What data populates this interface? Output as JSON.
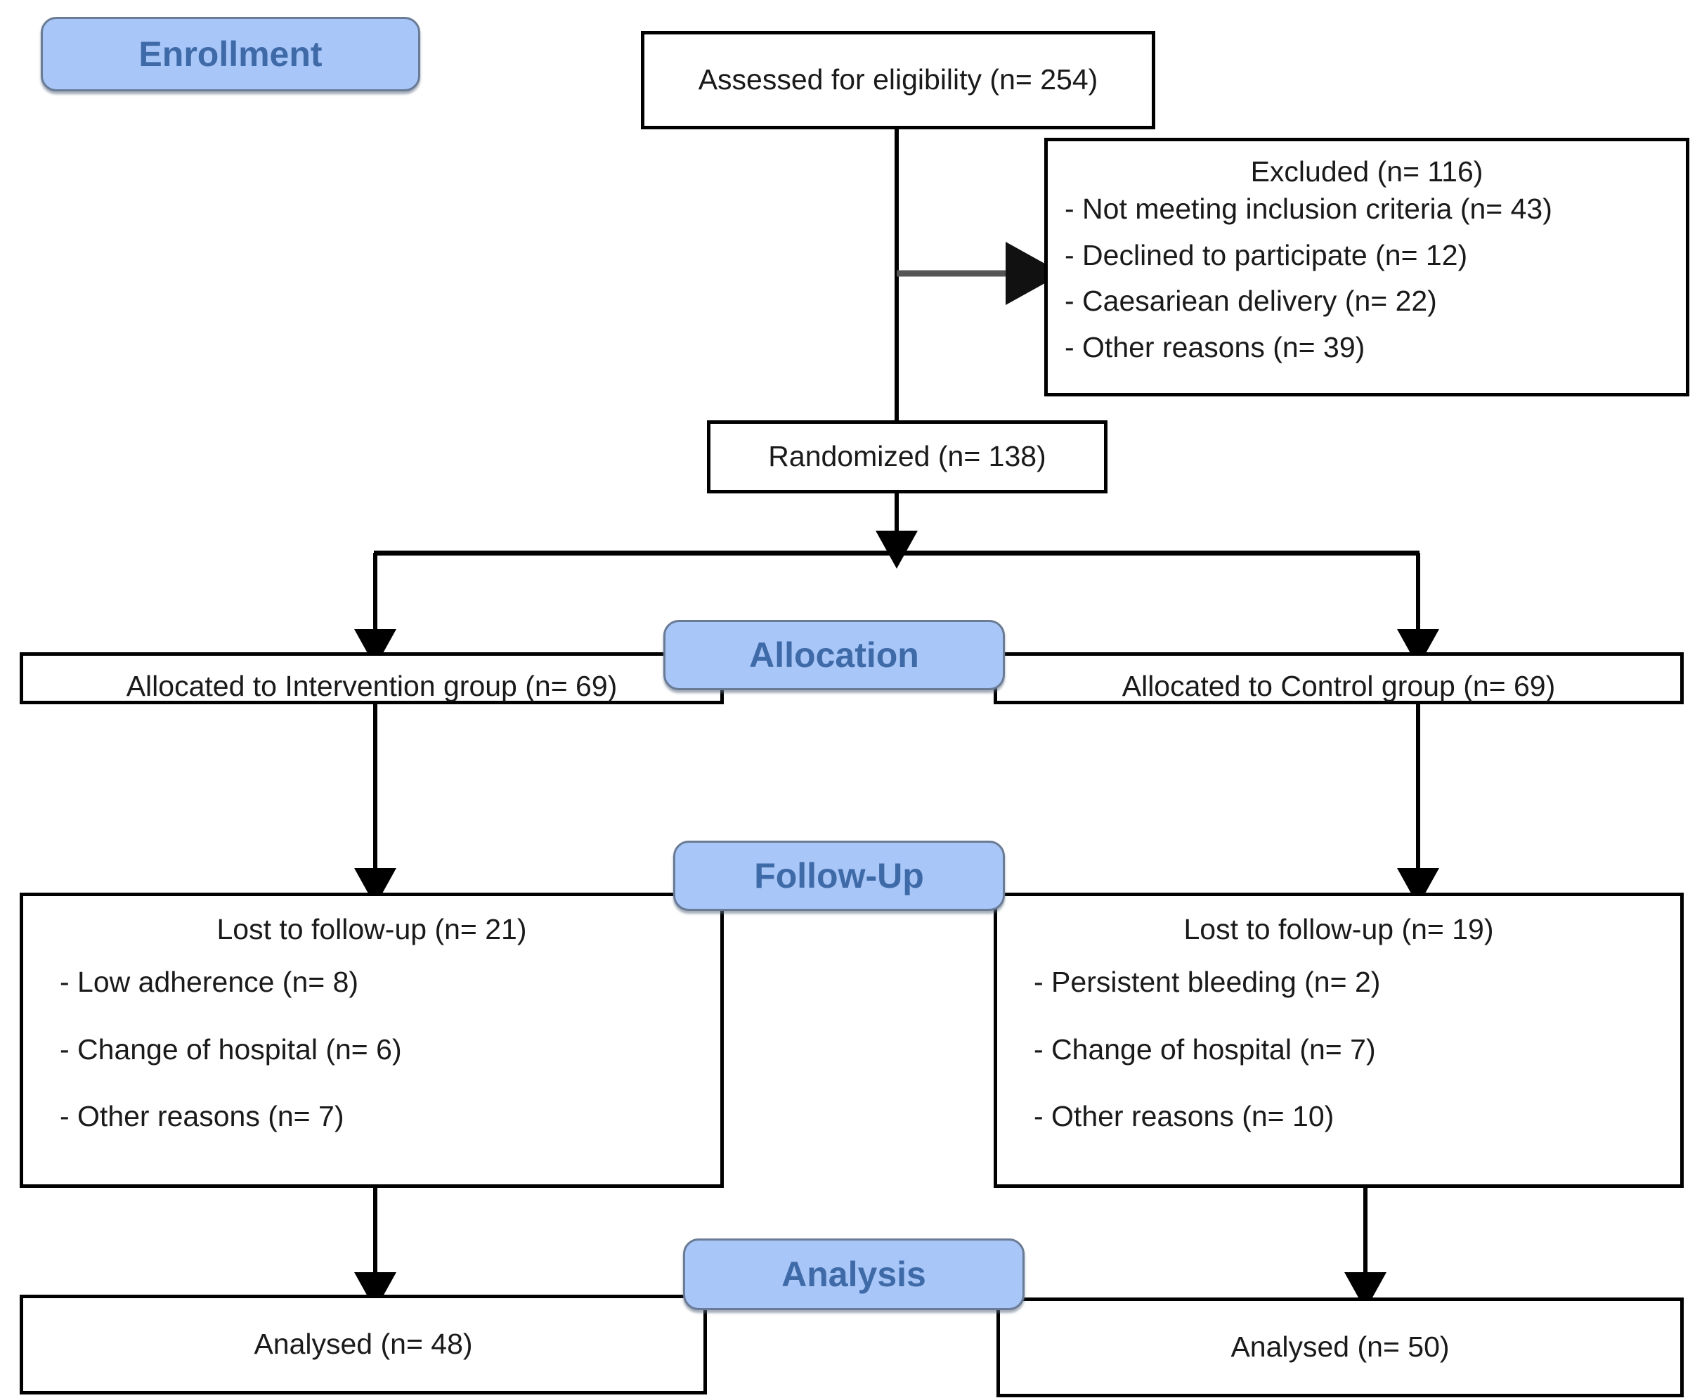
{
  "diagram": {
    "title": "CONSORT participant flow diagram",
    "colors": {
      "stage_fill": "#a8c6f7",
      "stage_border": "#6a7b95",
      "stage_text": "#3f6aa8",
      "box_border": "#000000",
      "box_fill": "#ffffff",
      "connector": "#000000",
      "excluded_connector": "#555555"
    }
  },
  "stages": {
    "enrollment": "Enrollment",
    "allocation": "Allocation",
    "followup": "Follow-Up",
    "analysis": "Analysis"
  },
  "nodes": {
    "assessed": {
      "title": "Assessed for eligibility (n= 254)"
    },
    "excluded": {
      "title": "Excluded (n= 116)",
      "bullets": [
        "-  Not meeting inclusion criteria (n= 43)",
        "-  Declined to participate (n= 12)",
        "-  Caesariean delivery (n= 22)",
        "-  Other reasons (n= 39)"
      ]
    },
    "randomized": {
      "title": "Randomized (n= 138)"
    },
    "alloc_left": {
      "title": "Allocated to Intervention group (n= 69)"
    },
    "alloc_right": {
      "title": "Allocated to Control group (n= 69)"
    },
    "followup_left": {
      "title": "Lost to follow-up (n= 21)",
      "bullets": [
        "-  Low adherence (n= 8)",
        "-  Change of hospital (n= 6)",
        "-  Other reasons (n= 7)"
      ]
    },
    "followup_right": {
      "title": "Lost to follow-up (n= 19)",
      "bullets": [
        "-  Persistent bleeding (n= 2)",
        "-  Change of hospital (n= 7)",
        "-  Other reasons (n= 10)"
      ]
    },
    "analysis_left": {
      "title": "Analysed (n= 48)"
    },
    "analysis_right": {
      "title": "Analysed (n= 50)"
    }
  }
}
